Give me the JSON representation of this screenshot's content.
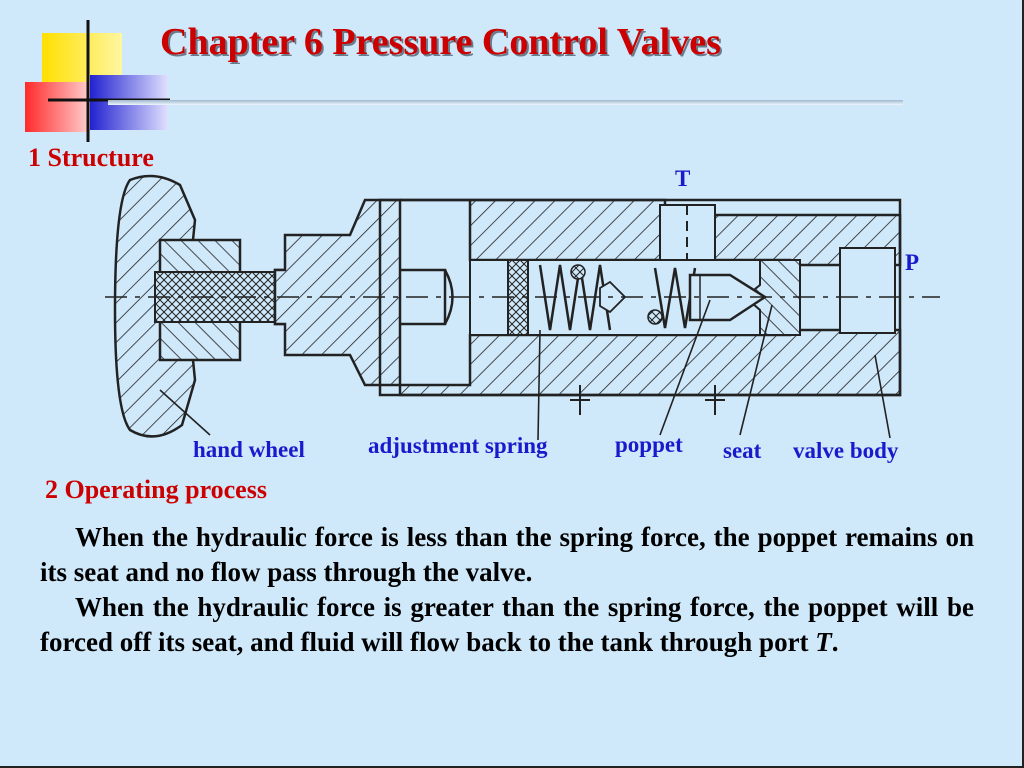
{
  "slide": {
    "title": "Chapter 6 Pressure Control Valves",
    "section1": "1 Structure",
    "section2": "2 Operating process",
    "diagram": {
      "port_t": "T",
      "port_p": "P",
      "labels": {
        "hand_wheel": "hand wheel",
        "adjustment_spring": "adjustment spring",
        "poppet": "poppet",
        "seat": "seat",
        "valve_body": "valve body"
      }
    },
    "paragraph1": "When the hydraulic force is less than the spring force, the poppet remains on its seat and no flow pass through the valve.",
    "paragraph2_main": "When the hydraulic force is greater than the spring force, the poppet will be forced off its seat, and fluid will flow back to the tank through port ",
    "paragraph2_port": "T",
    "paragraph2_end": "."
  },
  "colors": {
    "background": "#cfe9fb",
    "title": "#cc0000",
    "label": "#1a1acc",
    "deco_yellow": "#ffe000",
    "deco_red": "#ff3b3b",
    "deco_blue": "#2b2bd6"
  }
}
